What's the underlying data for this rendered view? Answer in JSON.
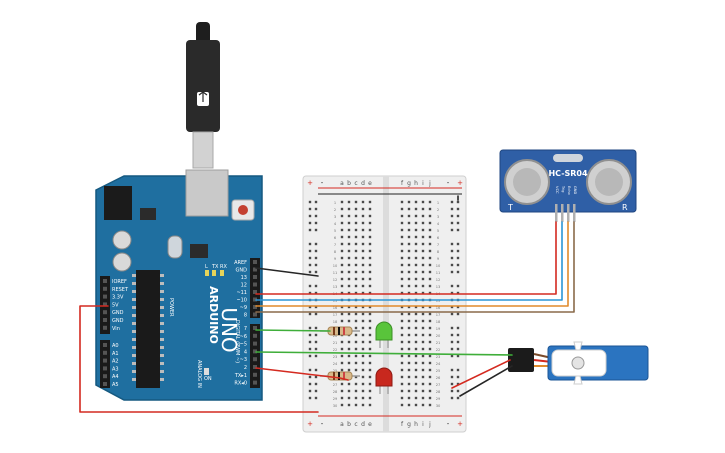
{
  "arduino": {
    "brand": "ARDUINO",
    "model": "UNO",
    "power_label": "POWER",
    "analog_label": "ANALOG IN",
    "digital_label": "DIGITAL (PWM ~)",
    "header_top_pins": [
      "AREF",
      "GND",
      "13",
      "12",
      "~11",
      "~10",
      "~9",
      "8"
    ],
    "header_mid_pins": [
      "7",
      "~6",
      "~5",
      "4",
      "~3",
      "2",
      "TX▸1",
      "RX◂0"
    ],
    "power_pins": [
      "IOREF",
      "RESET",
      "3.3V",
      "5V",
      "GND",
      "GND",
      "Vin"
    ],
    "analog_pins": [
      "A0",
      "A1",
      "A2",
      "A3",
      "A4",
      "A5"
    ],
    "tx_label": "TX",
    "rx_label": "RX",
    "on_label": "ON",
    "l_label": "L"
  },
  "breadboard": {
    "col_letters_left": [
      "a",
      "b",
      "c",
      "d",
      "e"
    ],
    "col_letters_right": [
      "f",
      "g",
      "h",
      "i",
      "j"
    ],
    "rail_plus": "+",
    "rail_minus": "-",
    "row_numbers": [
      "1",
      "2",
      "3",
      "4",
      "5",
      "6",
      "7",
      "8",
      "9",
      "10",
      "11",
      "12",
      "13",
      "14",
      "15",
      "16",
      "17",
      "18",
      "19",
      "20",
      "21",
      "22",
      "23",
      "24",
      "25",
      "26",
      "27",
      "28",
      "29",
      "30"
    ]
  },
  "sensor": {
    "name": "HC-SR04",
    "pin_labels": [
      "VCC",
      "Trig",
      "Echo",
      "GND"
    ],
    "left_mark": "T",
    "right_mark": "R"
  },
  "colors": {
    "board": "#1f6fa0",
    "wire_red": "#d42a20",
    "wire_black": "#262626",
    "wire_green": "#3fae3a",
    "wire_blue": "#2a95d6",
    "wire_orange": "#e08a2c",
    "wire_brown": "#8a6a4a",
    "wire_gray": "#9a9a9a",
    "led_green": "#59c43b",
    "led_red": "#c8281e",
    "servo_blue": "#2b74c0"
  }
}
